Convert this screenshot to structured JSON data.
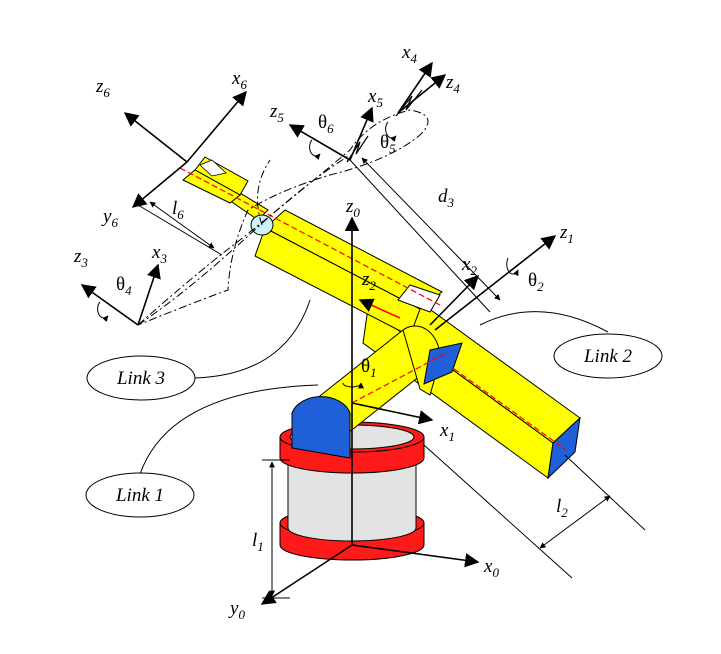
{
  "diagram": {
    "callouts": {
      "link1": "Link 1",
      "link2": "Link 2",
      "link3": "Link 3"
    },
    "axes": {
      "x0": {
        "base": "x",
        "sub": "0"
      },
      "y0": {
        "base": "y",
        "sub": "0"
      },
      "z0": {
        "base": "z",
        "sub": "0"
      },
      "x1": {
        "base": "x",
        "sub": "1"
      },
      "z1": {
        "base": "z",
        "sub": "1"
      },
      "x2": {
        "base": "x",
        "sub": "2"
      },
      "z2": {
        "base": "z",
        "sub": "2"
      },
      "x3": {
        "base": "x",
        "sub": "3"
      },
      "z3": {
        "base": "z",
        "sub": "3"
      },
      "x4": {
        "base": "x",
        "sub": "4"
      },
      "z4": {
        "base": "z",
        "sub": "4"
      },
      "x5": {
        "base": "x",
        "sub": "5"
      },
      "z5": {
        "base": "z",
        "sub": "5"
      },
      "x6": {
        "base": "x",
        "sub": "6"
      },
      "y6": {
        "base": "y",
        "sub": "6"
      },
      "z6": {
        "base": "z",
        "sub": "6"
      }
    },
    "angles": {
      "theta1": {
        "base": "θ",
        "sub": "1"
      },
      "theta2": {
        "base": "θ",
        "sub": "2"
      },
      "theta4": {
        "base": "θ",
        "sub": "4"
      },
      "theta5": {
        "base": "θ",
        "sub": "5"
      },
      "theta6": {
        "base": "θ",
        "sub": "6"
      }
    },
    "dimensions": {
      "l1": {
        "base": "l",
        "sub": "1"
      },
      "l2": {
        "base": "l",
        "sub": "2"
      },
      "l6": {
        "base": "l",
        "sub": "6"
      },
      "d3": {
        "base": "d",
        "sub": "3"
      }
    },
    "colors": {
      "link_yellow": "#ffff00",
      "base_red": "#ff0000",
      "base_gray": "#e0e0e0",
      "joint_blue": "#1f5fd8",
      "wrist_cyan": "#cdf2f7",
      "axis_dash_red": "#ff0000"
    }
  }
}
